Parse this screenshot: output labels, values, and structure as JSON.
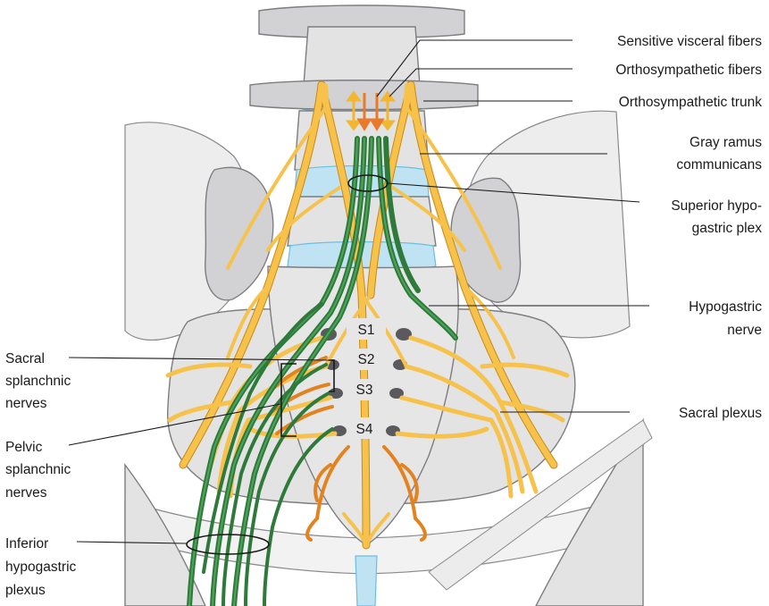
{
  "labels": {
    "sensitive_visceral_fibers": "Sensitive visceral fibers",
    "orthosympathetic_fibers": "Orthosympathetic fibers",
    "orthosympathetic_trunk": "Orthosympathetic trunk",
    "gray_ramus_line1": "Gray ramus",
    "gray_ramus_line2": "communicans",
    "superior_hypogastric_line1": "Superior hypo-",
    "superior_hypogastric_line2": "gastric plex",
    "hypogastric_nerve_line1": "Hypogastric",
    "hypogastric_nerve_line2": "nerve",
    "sacral_plexus": "Sacral plexus",
    "sacral_splanchnic_line1": "Sacral",
    "sacral_splanchnic_line2": "splanchnic",
    "sacral_splanchnic_line3": "nerves",
    "pelvic_splanchnic_line1": "Pelvic",
    "pelvic_splanchnic_line2": "splanchnic",
    "pelvic_splanchnic_line3": "nerves",
    "inferior_hypogastric_line1": "Inferior",
    "inferior_hypogastric_line2": "hypogastric",
    "inferior_hypogastric_line3": "plexus"
  },
  "segments": {
    "s1": "S1",
    "s2": "S2",
    "s3": "S3",
    "s4": "S4"
  },
  "colors": {
    "bone": "#e3e3e4",
    "disc": "#bfe3f3",
    "sympathetic_nerve": "#f6c24c",
    "parasympathetic_nerve": "#2f7a3a",
    "sacral_splanchnic_nerve": "#e38320",
    "sensitive_arrow": "#e87a2a",
    "sympathetic_arrow": "#f2b630"
  }
}
